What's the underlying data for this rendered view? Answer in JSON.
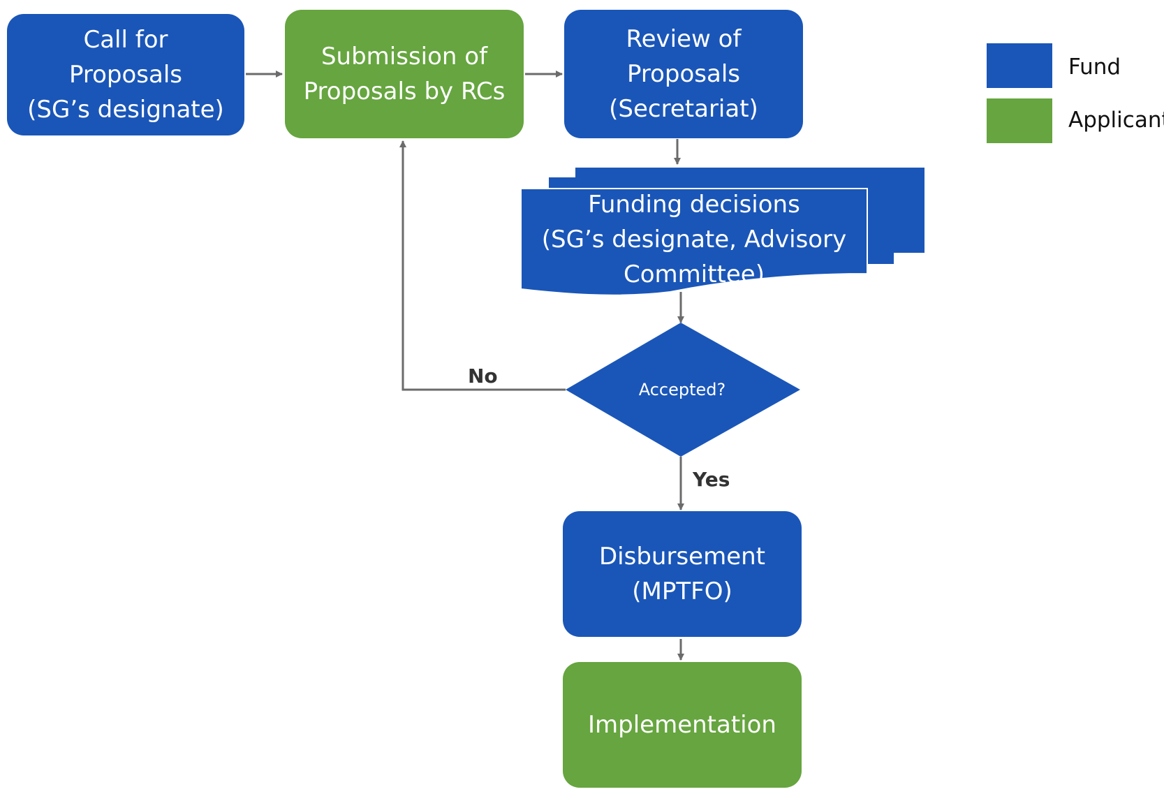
{
  "colors": {
    "fund": "#1a56b8",
    "applicant": "#66a53f",
    "connector": "#6b6b6b"
  },
  "nodes": {
    "call_for_proposals": {
      "lines": [
        "Call for",
        "Proposals",
        "(SG’s designate)"
      ],
      "role": "fund"
    },
    "submission": {
      "lines": [
        "Submission of",
        "Proposals by RCs"
      ],
      "role": "applicant"
    },
    "review": {
      "lines": [
        "Review of",
        "Proposals",
        "(Secretariat)"
      ],
      "role": "fund"
    },
    "funding_decisions": {
      "lines": [
        "Funding decisions",
        "(SG’s designate, Advisory",
        "Committee)"
      ],
      "role": "fund"
    },
    "accepted": {
      "text": "Accepted?",
      "role": "fund"
    },
    "disbursement": {
      "lines": [
        "Disbursement",
        "(MPTFO)"
      ],
      "role": "fund"
    },
    "implementation": {
      "lines": [
        "Implementation"
      ],
      "role": "applicant"
    }
  },
  "edges": {
    "no_label": "No",
    "yes_label": "Yes"
  },
  "legend": {
    "items": [
      {
        "label": "Fund",
        "color": "#1a56b8"
      },
      {
        "label": "Applicant",
        "color": "#66a53f"
      }
    ]
  }
}
